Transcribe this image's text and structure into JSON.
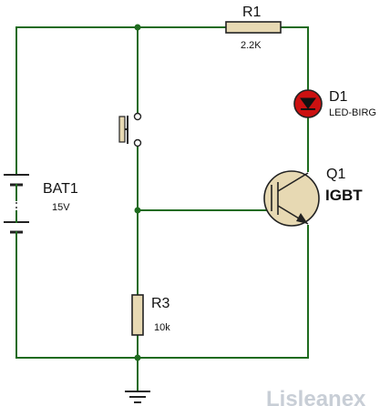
{
  "components": {
    "r1": {
      "name": "R1",
      "value": "2.2K"
    },
    "d1": {
      "name": "D1",
      "value": "LED-BIRG"
    },
    "q1": {
      "name": "Q1",
      "value": "IGBT"
    },
    "bat1": {
      "name": "BAT1",
      "value": "15V"
    },
    "r3": {
      "name": "R3",
      "value": "10k"
    }
  },
  "watermark": {
    "text": "Lisleanex"
  },
  "colors": {
    "wire": "#1f6b1f",
    "component_fill": "#e7d9b3",
    "led_red": "#cc1111"
  }
}
